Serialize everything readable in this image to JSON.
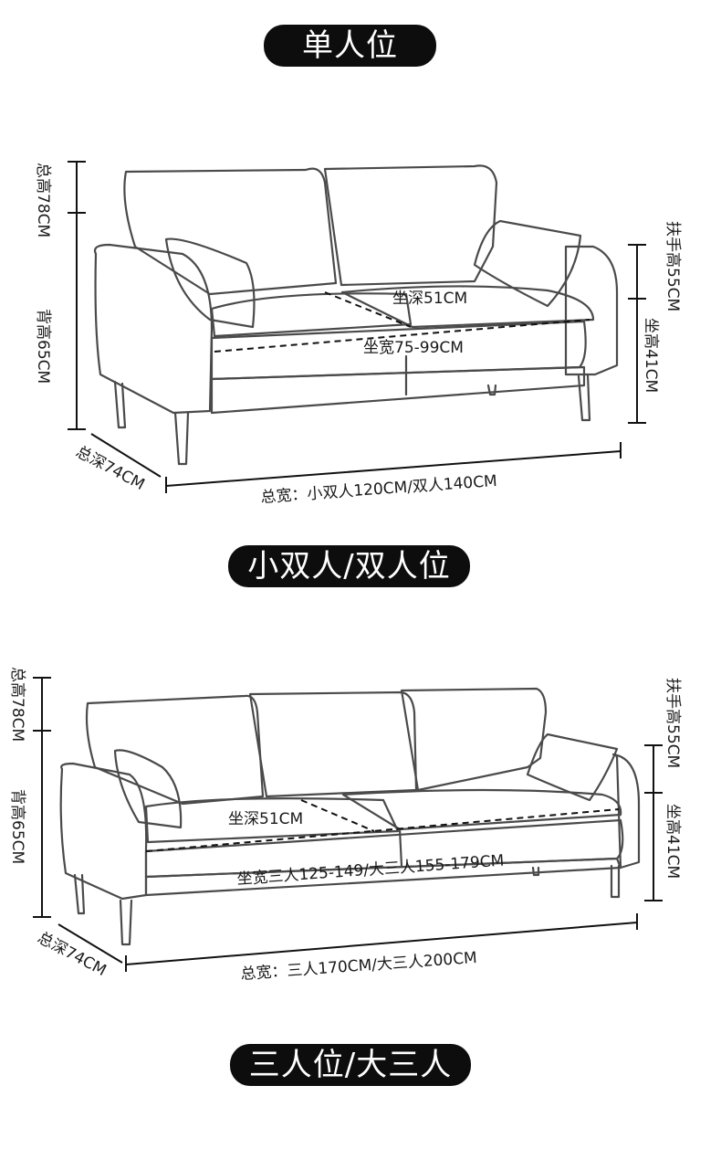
{
  "section_titles": [
    "单人位",
    "小双人/双人位",
    "三人位/大三人"
  ],
  "sofa_top": {
    "total_height": "总高78CM",
    "back_height": "背高65CM",
    "armrest_height": "扶手高55CM",
    "seat_height": "坐高41CM",
    "seat_depth": "坐深51CM",
    "seat_width": "坐宽75-99CM",
    "total_depth": "总深74CM",
    "total_width": "总宽：小双人120CM/双人140CM"
  },
  "sofa_bottom": {
    "total_height": "总高78CM",
    "back_height": "背高65CM",
    "armrest_height": "扶手高55CM",
    "seat_height": "坐高41CM",
    "seat_depth": "坐深51CM",
    "seat_width": "坐宽三人125-149/大三人155-179CM",
    "total_depth": "总深74CM",
    "total_width": "总宽：三人170CM/大三人200CM"
  },
  "colors": {
    "pill_bg": "#0d0d0d",
    "pill_text": "#ffffff",
    "line": "#4a4a4a"
  }
}
